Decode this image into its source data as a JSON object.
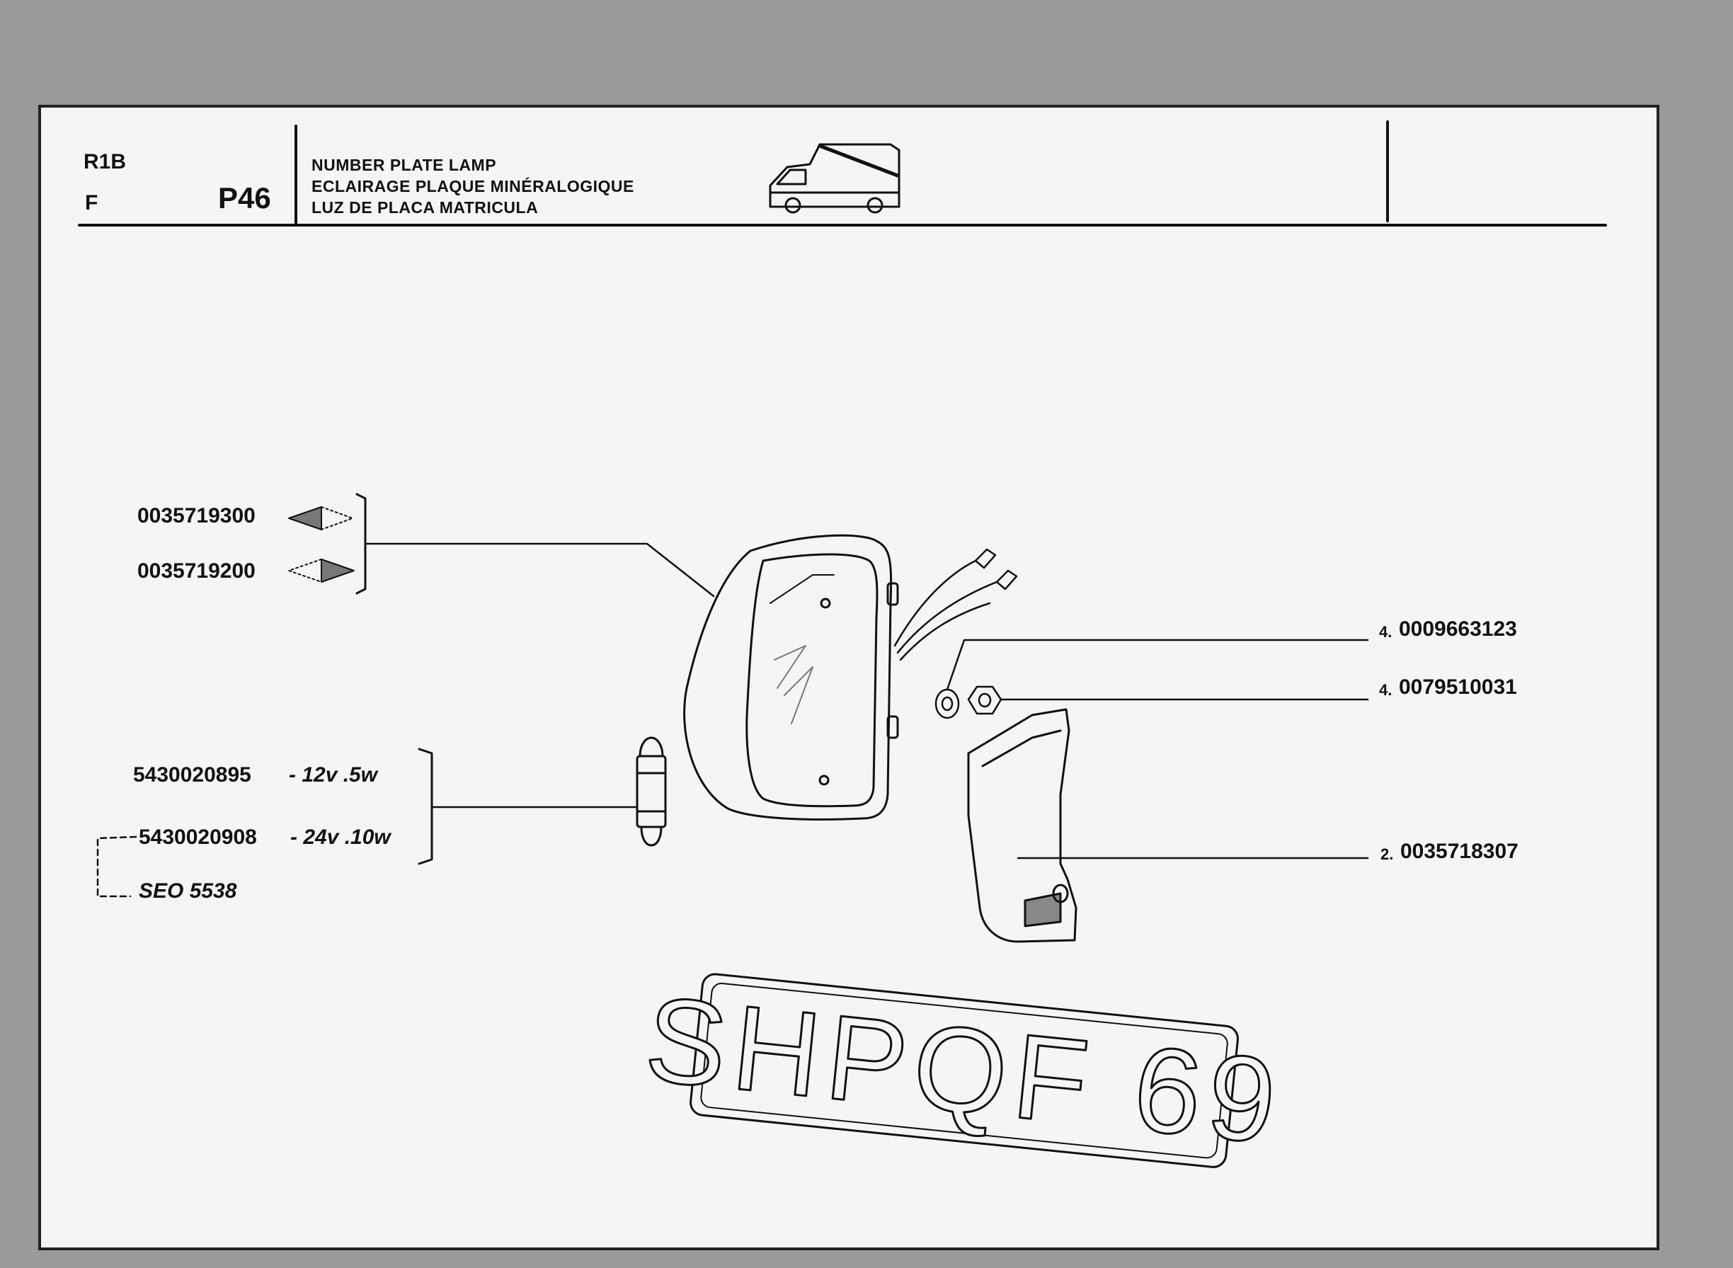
{
  "header": {
    "model_code": "R1B",
    "country_code": "F",
    "page_number": "P46",
    "title_lines": [
      "NUMBER PLATE LAMP",
      "ECLAIRAGE PLAQUE MINÉRALOGIQUE",
      "LUZ DE PLACA MATRICULA"
    ]
  },
  "parts": {
    "lamp_left": {
      "number": "0035719300",
      "side_icon": "left-triangle-icon"
    },
    "lamp_right": {
      "number": "0035719200",
      "side_icon": "right-triangle-icon"
    },
    "washer": {
      "quantity": "4.",
      "number": "0009663123"
    },
    "nut": {
      "quantity": "4.",
      "number": "0079510031"
    },
    "cover": {
      "quantity": "2.",
      "number": "0035718307"
    },
    "bulb_12v": {
      "number": "5430020895",
      "spec": "- 12v .5w"
    },
    "bulb_24v": {
      "number": "5430020908",
      "spec": "- 24v .10w"
    },
    "seo_ref": "SEO 5538"
  },
  "plate_text": "SHPQF 69",
  "colors": {
    "ink": "#111111",
    "paper": "#f5f5f3",
    "background": "#9a9a9a"
  }
}
